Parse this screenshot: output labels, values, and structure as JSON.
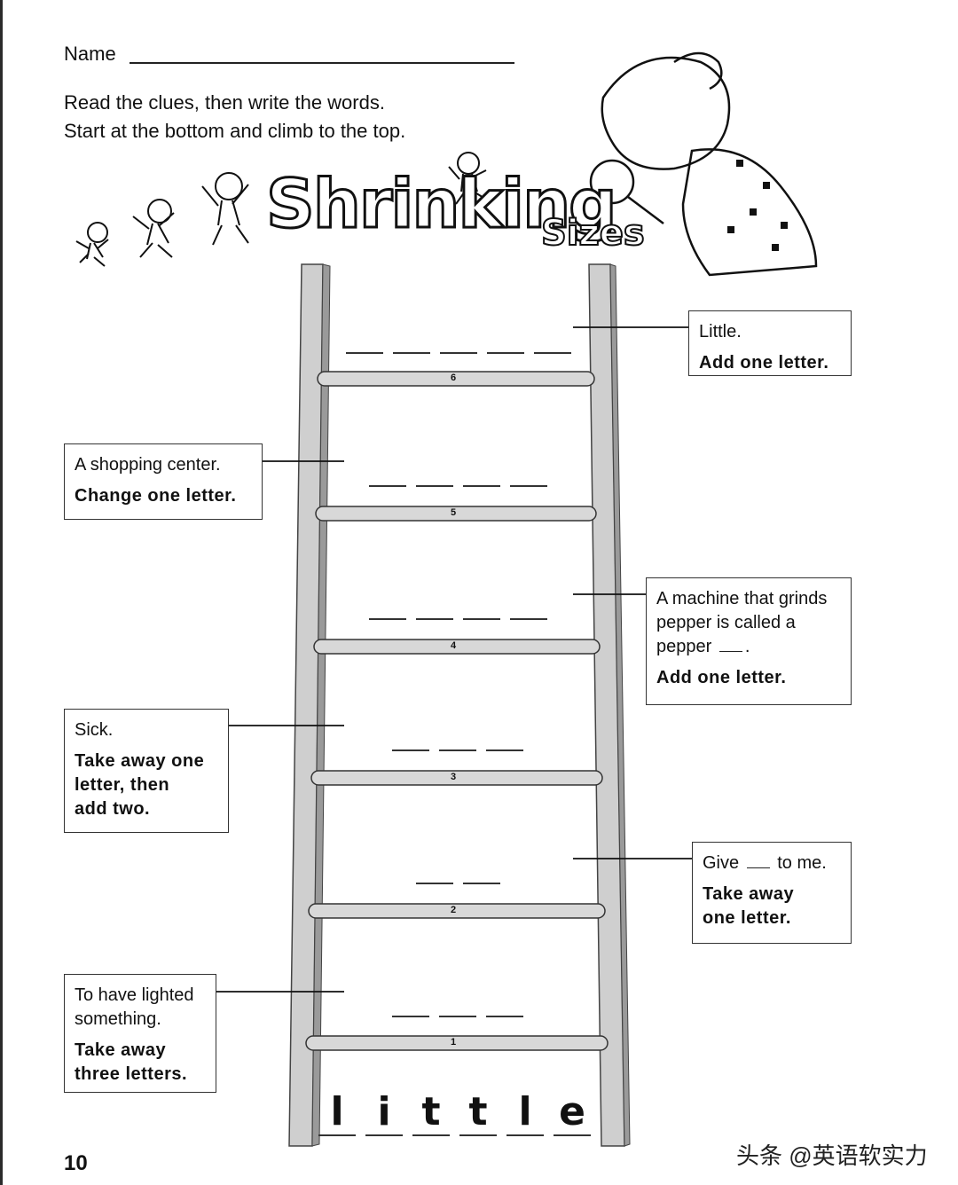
{
  "name_label": "Name",
  "instructions": [
    "Read the clues, then write the words.",
    "Start at the bottom and climb to the top."
  ],
  "title": "Shrinking",
  "subtitle": "Sizes",
  "final_word_letters": [
    "l",
    "i",
    "t",
    "t",
    "l",
    "e"
  ],
  "rungs": [
    "1",
    "2",
    "3",
    "4",
    "5",
    "6"
  ],
  "clues": {
    "c6": {
      "clue": "Little.",
      "action": "Add one letter."
    },
    "c5": {
      "clue": "A shopping center.",
      "action": "Change one letter."
    },
    "c4": {
      "clue_lines": [
        "A machine that grinds",
        "pepper is called a",
        "pepper"
      ],
      "clue_suffix": ".",
      "action": "Add one letter."
    },
    "c3": {
      "clue": "Sick.",
      "action_lines": [
        "Take away one",
        "letter, then",
        "add two."
      ]
    },
    "c2": {
      "clue_prefix": "Give",
      "clue_suffix": "to me.",
      "action_lines": [
        "Take away",
        "one letter."
      ]
    },
    "c1": {
      "clue_lines": [
        "To have lighted",
        "something."
      ],
      "action_lines": [
        "Take away",
        "three letters."
      ]
    }
  },
  "page_number": "10",
  "watermark": "头条 @英语软实力"
}
